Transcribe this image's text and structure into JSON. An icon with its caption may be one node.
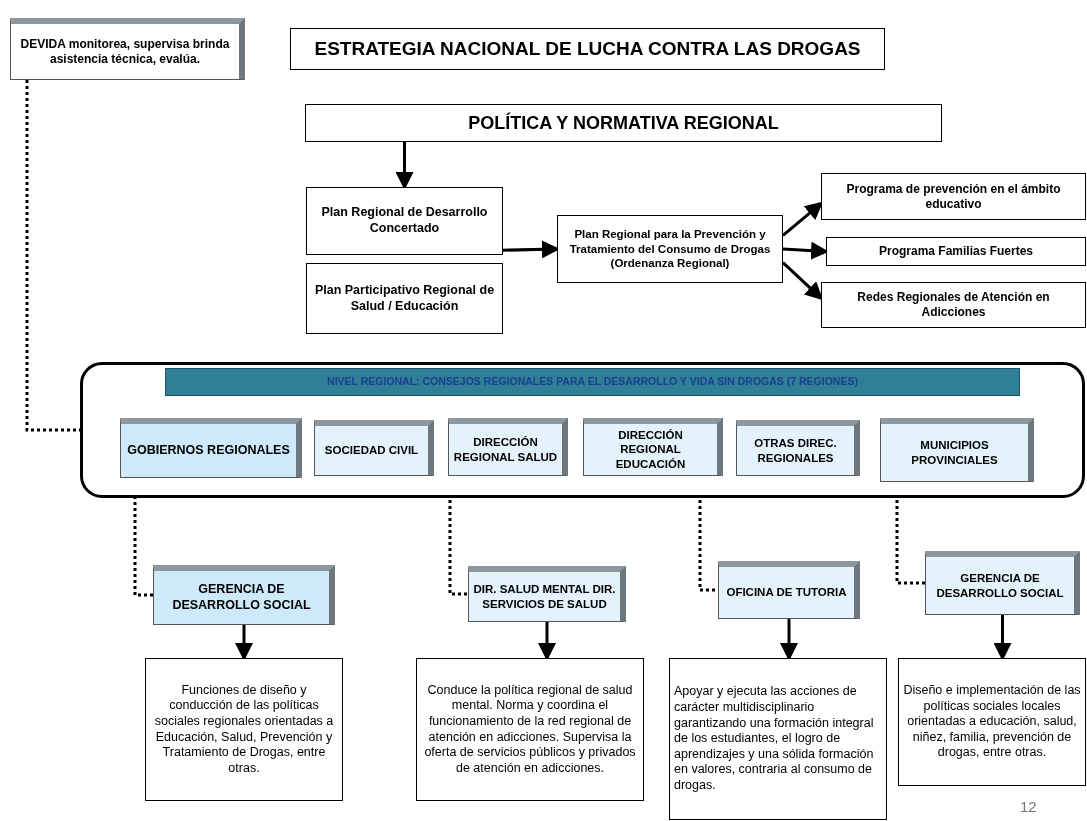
{
  "diagram": {
    "nodes": [
      {
        "text": [
          "DEVIDA monitorea, supervisa brinda asistencia técnica, evalúa."
        ]
      },
      {
        "text": [
          "ESTRATEGIA NACIONAL DE LUCHA CONTRA LAS DROGAS"
        ]
      },
      {
        "text": [
          "POLÍTICA Y NORMATIVA REGIONAL"
        ]
      },
      {
        "text": [
          "Plan Regional de Desarrollo Concertado"
        ]
      },
      {
        "text": [
          "Plan Participativo Regional de Salud / Educación"
        ]
      },
      {
        "text": [
          "Plan Regional para la Prevención y Tratamiento del Consumo de Drogas (Ordenanza Regional)"
        ]
      },
      {
        "text": [
          "Programa de prevención en el ámbito educativo"
        ]
      },
      {
        "text": [
          "Programa Familias Fuertes"
        ]
      },
      {
        "text": [
          "Redes Regionales de Atención en Adicciones"
        ]
      },
      {
        "text": [],
        "shape": "box"
      },
      {
        "text": [
          "NIVEL REGIONAL: CONSEJOS REGIONALES PARA EL DESARROLLO Y VIDA SIN DROGAS (7 REGIONES)"
        ],
        "in": 9
      },
      {
        "text": [
          "GOBIERNOS REGIONALES"
        ],
        "in": 9
      },
      {
        "text": [
          "SOCIEDAD CIVIL"
        ],
        "in": 9
      },
      {
        "text": [
          "DIRECCIÓN REGIONAL SALUD"
        ],
        "in": 9
      },
      {
        "text": [
          "DIRECCIÓN REGIONAL EDUCACIÓN"
        ],
        "in": 9
      },
      {
        "text": [
          "OTRAS DIREC. REGIONALES"
        ],
        "in": 9
      },
      {
        "text": [
          "MUNICIPIOS PROVINCIALES"
        ],
        "in": 9
      },
      {
        "text": [
          "GERENCIA DE DESARROLLO SOCIAL"
        ]
      },
      {
        "text": [
          "DIR. SALUD MENTAL DIR. SERVICIOS DE SALUD"
        ]
      },
      {
        "text": [
          "OFICINA DE TUTORIA"
        ]
      },
      {
        "text": [
          "GERENCIA DE DESARROLLO SOCIAL"
        ]
      },
      {
        "text": [
          "Funciones de diseño y conducción de las políticas sociales regionales orientadas a Educación, Salud, Prevención y Tratamiento de Drogas, entre otras."
        ]
      },
      {
        "text": [
          "Conduce la política regional de salud mental. Norma y coordina el funcionamiento de la red regional de atención en adicciones. Supervisa la oferta de servicios públicos y privados de atención en adicciones."
        ]
      },
      {
        "text": [
          "Apoyar y ejecuta las acciones de carácter multidisciplinario garantizando una formación integral de los estudiantes, el logro de aprendizajes y una sólida formación en valores, contraria al consumo de drogas."
        ]
      },
      {
        "text": [
          "Diseño e implementación de las políticas sociales locales orientadas a educación, salud, niñez, familia, prevención de drogas, entre otras."
        ]
      }
    ],
    "edges": [
      {
        "from": 0,
        "to": 9,
        "arrow": "none",
        "style": "dashed"
      },
      {
        "from": 2,
        "to": 3,
        "arrow": "to"
      },
      {
        "from": 3,
        "to": 5,
        "arrow": "to"
      },
      {
        "from": 5,
        "to": 6,
        "arrow": "to"
      },
      {
        "from": 5,
        "to": 7,
        "arrow": "to"
      },
      {
        "from": 5,
        "to": 8,
        "arrow": "to"
      },
      {
        "from": 11,
        "to": 17,
        "arrow": "none",
        "style": "dashed"
      },
      {
        "from": 13,
        "to": 18,
        "arrow": "none",
        "style": "dashed"
      },
      {
        "from": 14,
        "to": 19,
        "arrow": "none",
        "style": "dashed"
      },
      {
        "from": 16,
        "to": 20,
        "arrow": "none",
        "style": "dashed"
      },
      {
        "from": 17,
        "to": 21,
        "arrow": "to"
      },
      {
        "from": 18,
        "to": 22,
        "arrow": "to"
      },
      {
        "from": 19,
        "to": 23,
        "arrow": "to"
      },
      {
        "from": 20,
        "to": 24,
        "arrow": "to"
      }
    ],
    "labels": [
      "12"
    ]
  }
}
